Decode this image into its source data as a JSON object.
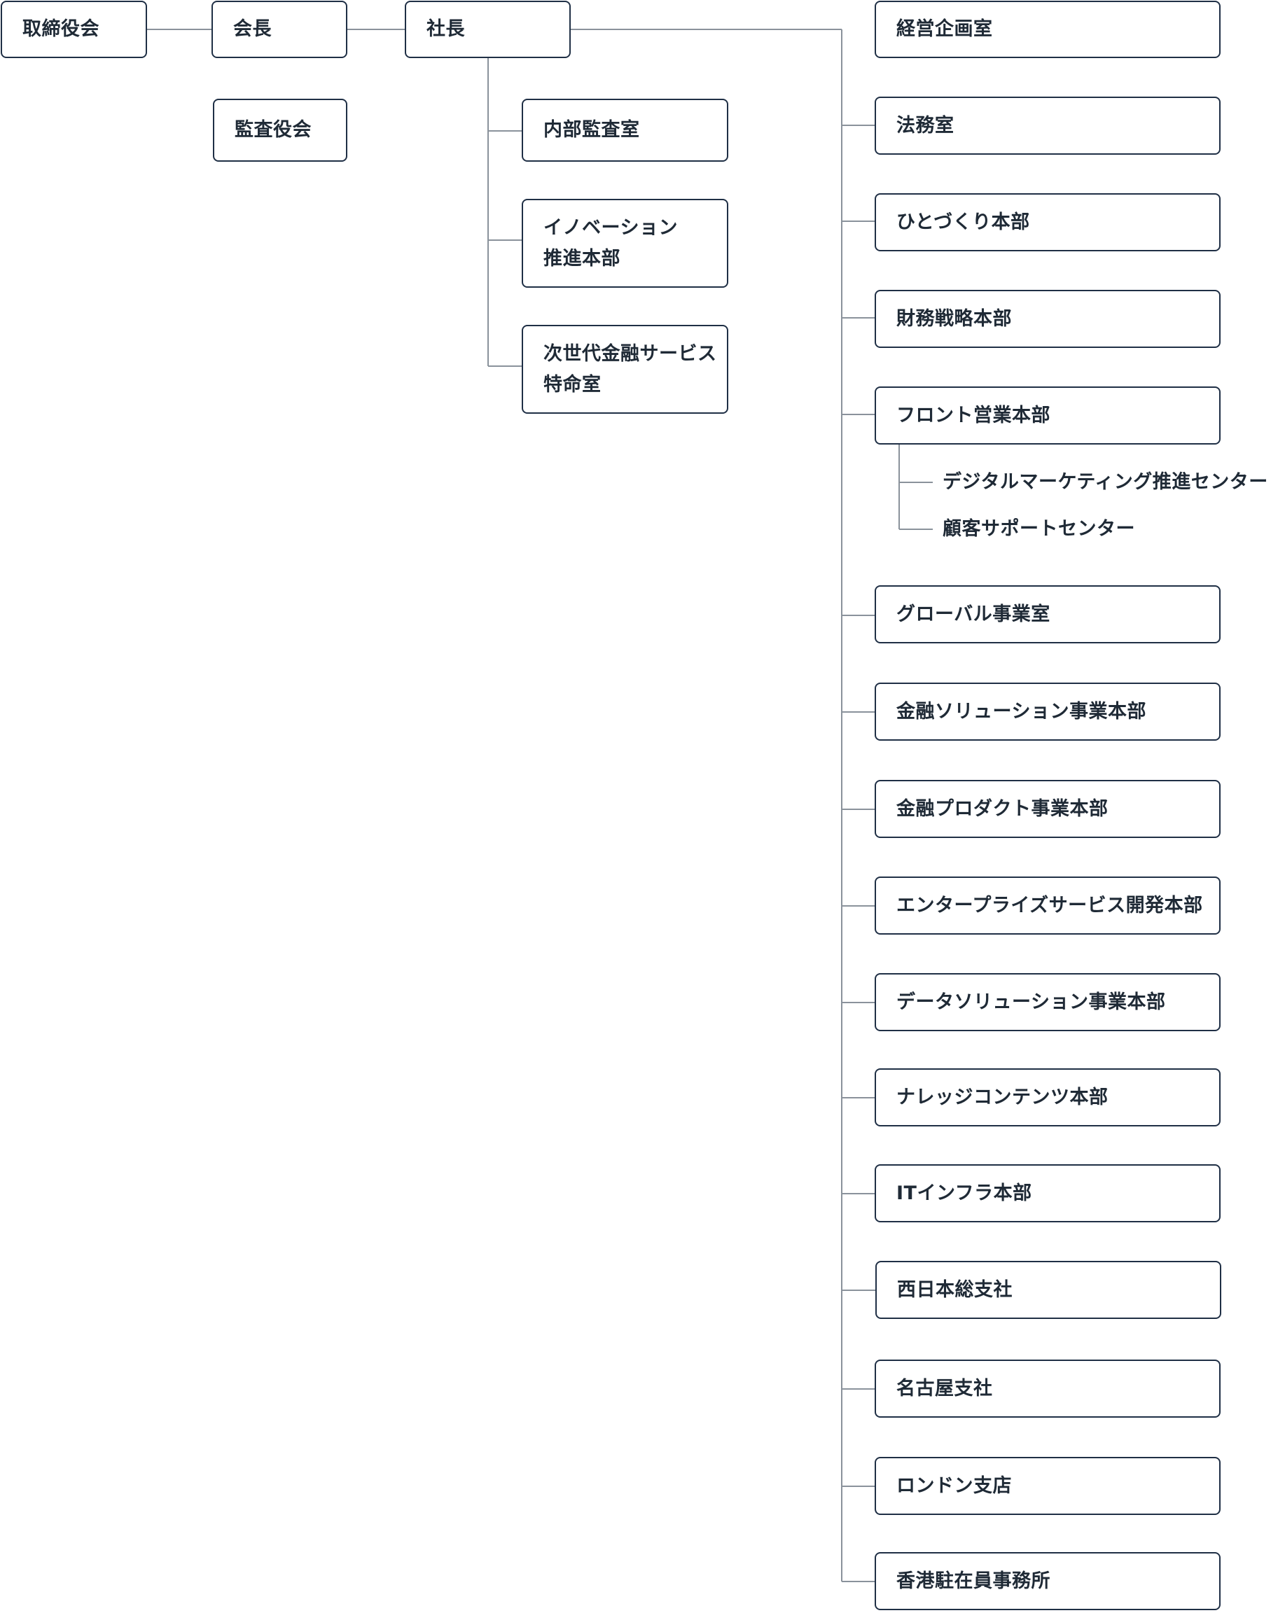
{
  "top": {
    "board": "取締役会",
    "chairman": "会長",
    "president": "社長",
    "auditors": "監査役会"
  },
  "president_staff": [
    "内部監査室",
    "イノベーション\n推進本部",
    "次世代金融サービス\n特命室"
  ],
  "divisions": [
    "経営企画室",
    "法務室",
    "ひとづくり本部",
    "財務戦略本部",
    "フロント営業本部",
    "グローバル事業室",
    "金融ソリューション事業本部",
    "金融プロダクト事業本部",
    "エンタープライズサービス開発本部",
    "データソリューション事業本部",
    "ナレッジコンテンツ本部",
    "ITインフラ本部",
    "西日本総支社",
    "名古屋支社",
    "ロンドン支店",
    "香港駐在員事務所"
  ],
  "front_sales_units": [
    "デジタルマーケティング推進センター",
    "顧客サポートセンター"
  ]
}
